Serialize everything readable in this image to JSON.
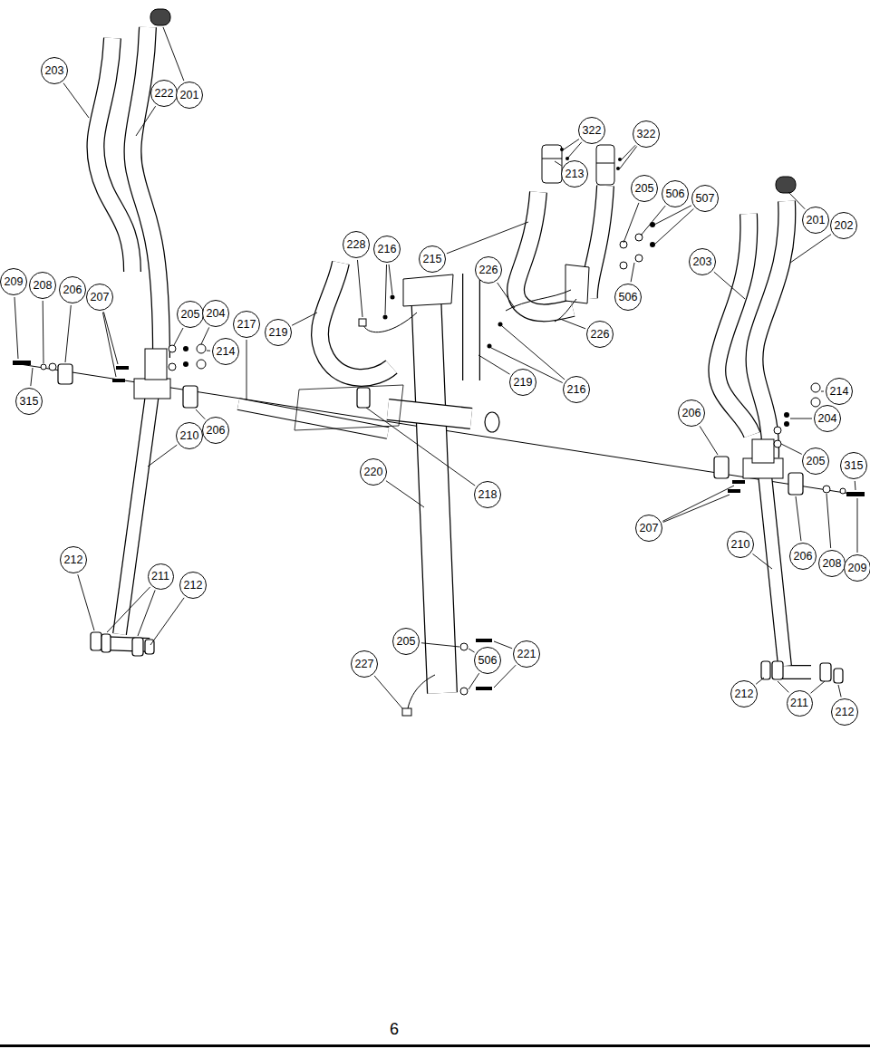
{
  "diagram": {
    "nodes": [
      {
        "text": [
          "203"
        ]
      },
      {
        "text": [
          "222"
        ]
      },
      {
        "text": [
          "201"
        ]
      },
      {
        "text": [
          "322"
        ]
      },
      {
        "text": [
          "322"
        ]
      },
      {
        "text": [
          "213"
        ]
      },
      {
        "text": [
          "205"
        ]
      },
      {
        "text": [
          "506"
        ]
      },
      {
        "text": [
          "507"
        ]
      },
      {
        "text": [
          "201"
        ]
      },
      {
        "text": [
          "202"
        ]
      },
      {
        "text": [
          "228"
        ]
      },
      {
        "text": [
          "216"
        ]
      },
      {
        "text": [
          "215"
        ]
      },
      {
        "text": [
          "203"
        ]
      },
      {
        "text": [
          "226"
        ]
      },
      {
        "text": [
          "209"
        ]
      },
      {
        "text": [
          "208"
        ]
      },
      {
        "text": [
          "206"
        ]
      },
      {
        "text": [
          "207"
        ]
      },
      {
        "text": [
          "205"
        ]
      },
      {
        "text": [
          "204"
        ]
      },
      {
        "text": [
          "506"
        ]
      },
      {
        "text": [
          "217"
        ]
      },
      {
        "text": [
          "219"
        ]
      },
      {
        "text": [
          "214"
        ]
      },
      {
        "text": [
          "226"
        ]
      },
      {
        "text": [
          "219"
        ]
      },
      {
        "text": [
          "216"
        ]
      },
      {
        "text": [
          "214"
        ]
      },
      {
        "text": [
          "315"
        ]
      },
      {
        "text": [
          "206"
        ]
      },
      {
        "text": [
          "204"
        ]
      },
      {
        "text": [
          "210"
        ]
      },
      {
        "text": [
          "206"
        ]
      },
      {
        "text": [
          "205"
        ]
      },
      {
        "text": [
          "315"
        ]
      },
      {
        "text": [
          "220"
        ]
      },
      {
        "text": [
          "218"
        ]
      },
      {
        "text": [
          "207"
        ]
      },
      {
        "text": [
          "210"
        ]
      },
      {
        "text": [
          "206"
        ]
      },
      {
        "text": [
          "208"
        ]
      },
      {
        "text": [
          "209"
        ]
      },
      {
        "text": [
          "212"
        ]
      },
      {
        "text": [
          "211"
        ]
      },
      {
        "text": [
          "212"
        ]
      },
      {
        "text": [
          "205"
        ]
      },
      {
        "text": [
          "227"
        ]
      },
      {
        "text": [
          "506"
        ]
      },
      {
        "text": [
          "221"
        ]
      },
      {
        "text": [
          "212"
        ]
      },
      {
        "text": [
          "211"
        ]
      },
      {
        "text": [
          "212"
        ]
      }
    ],
    "labels": [
      "6"
    ]
  }
}
